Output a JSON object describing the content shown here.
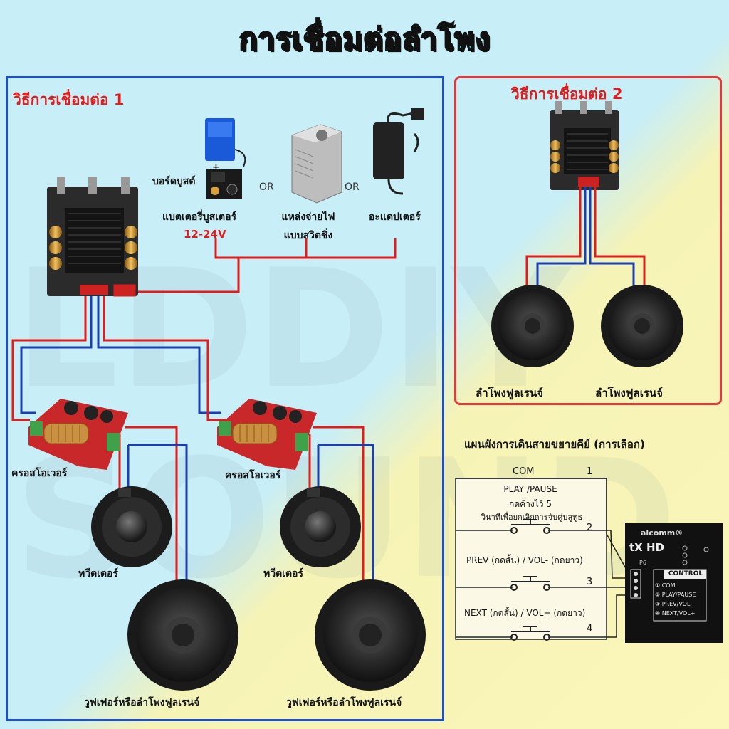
{
  "title": "การเชื่อมต่อลำโพง",
  "method1": {
    "heading": "วิธีการเชื่อมต่อ 1",
    "power": {
      "booster_label": "บอร์ดบูสต์",
      "plus": "+",
      "battery_label": "แบตเตอรี่บูสเตอร์",
      "voltage": "12-24V",
      "or1": "OR",
      "switching_label_line1": "แหล่งจ่ายไฟ",
      "switching_label_line2": "แบบสวิตชิ่ง",
      "or2": "OR",
      "adapter_label": "อะแดปเตอร์"
    },
    "crossover_left": "ครอสโอเวอร์",
    "crossover_right": "ครอสโอเวอร์",
    "tweeter_left": "ทวีตเตอร์",
    "tweeter_right": "ทวีตเตอร์",
    "woofer_left": "วูฟเฟอร์หรือลำโพงฟูลเรนจ์",
    "woofer_right": "วูฟเฟอร์หรือลำโพงฟูลเรนจ์"
  },
  "method2": {
    "heading": "วิธีการเชื่อมต่อ 2",
    "speaker_left": "ลำโพงฟูลเรนจ์",
    "speaker_right": "ลำโพงฟูลเรนจ์"
  },
  "key_diagram": {
    "heading": "แผนผังการเดินสายขยายคีย์ (การเลือก)",
    "com_label": "COM",
    "n1": "1",
    "play_line1": "PLAY /PAUSE",
    "play_line2": "กดค้างไว้ 5",
    "play_line3": "วินาทีเพื่อยกเลิกการจับคู่บลูทูธ",
    "n2": "2",
    "prev_label": "PREV (กดสั้น) / VOL- (กดยาว)",
    "n3": "3",
    "next_label": "NEXT (กดสั้น) / VOL+ (กดยาว)",
    "n4": "4",
    "module_brand": "alcomm®",
    "module_model": "tX HD",
    "module_p6": "P6",
    "control_header": "CONTROL",
    "pins": [
      "① COM",
      "② PLAY/PAUSE",
      "③ PREV/VOL-",
      "④ NEXT/VOL+"
    ]
  },
  "watermark": "LDDIY SOUND",
  "colors": {
    "red_wire": "#e21b1b",
    "blue_wire": "#1b3fb0",
    "panel1_border": "#1b4fd0",
    "panel2_border": "#e23a3a"
  }
}
